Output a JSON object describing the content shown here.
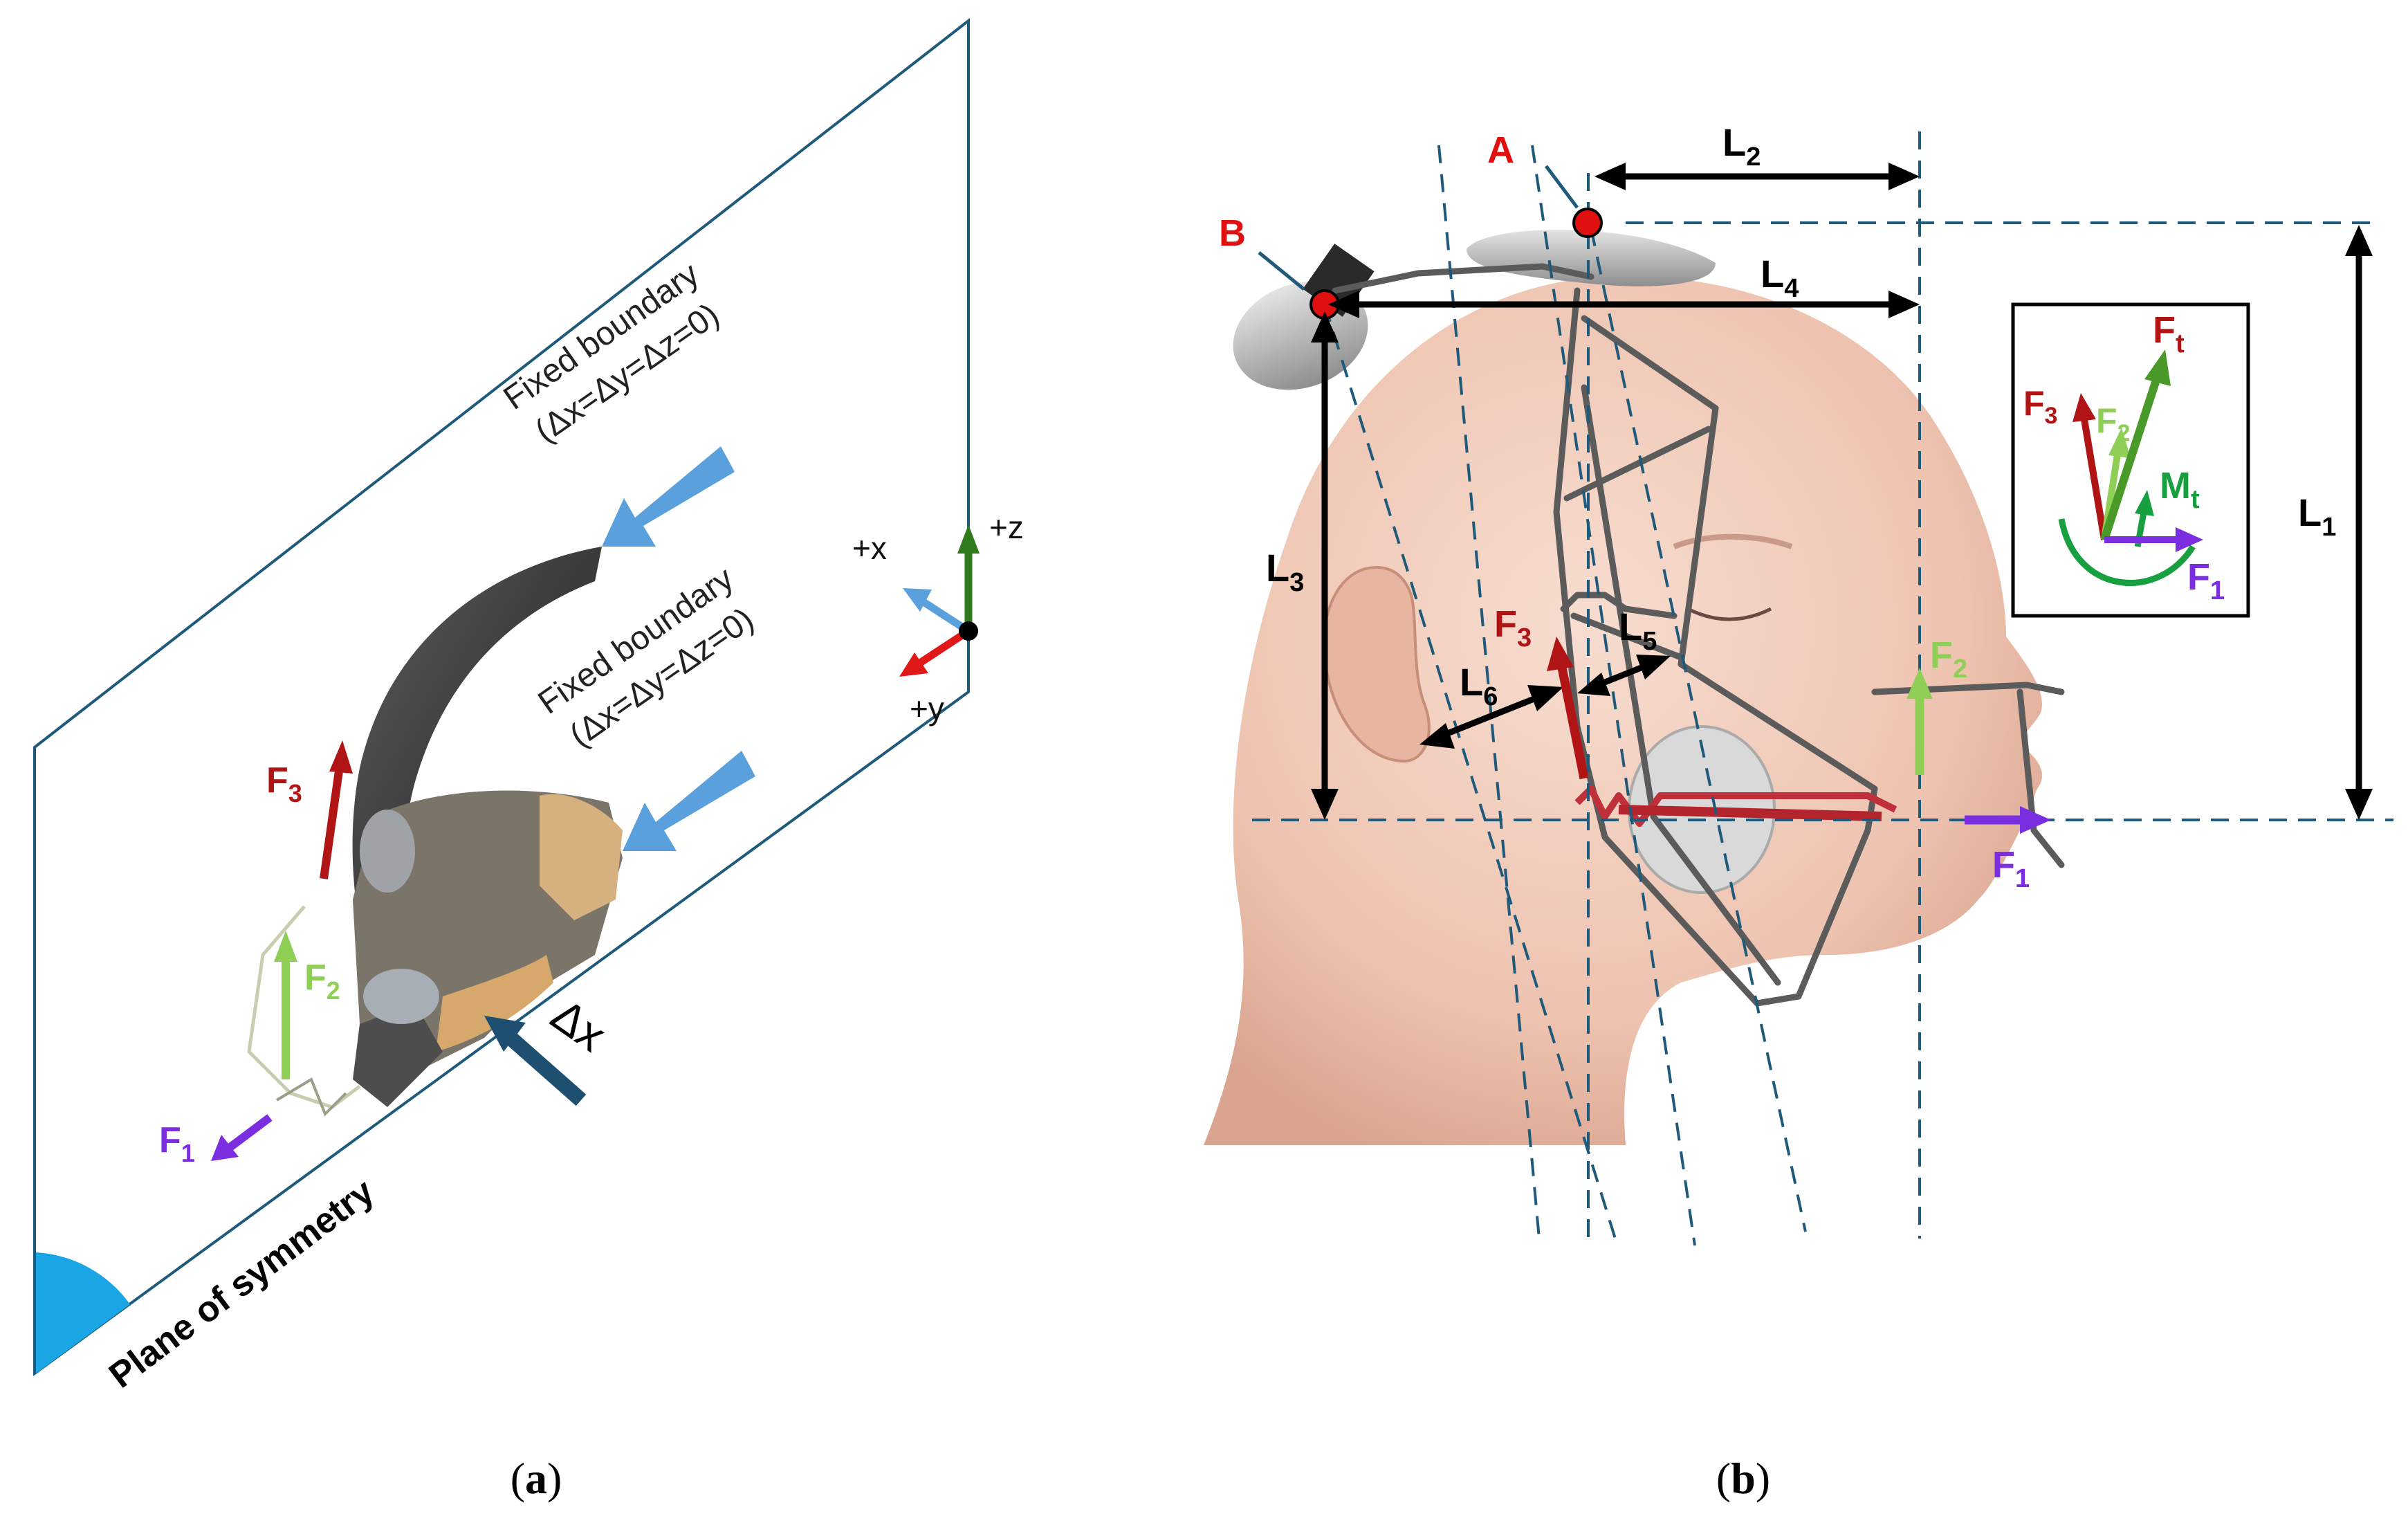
{
  "panel_a": {
    "caption_open": "(",
    "caption_letter": "a",
    "caption_close": ")",
    "fixed_boundary_upper": {
      "line1": "Fixed boundary",
      "line2": "(Δx=Δy=Δz=0)"
    },
    "fixed_boundary_lower": {
      "line1": "Fixed boundary",
      "line2": "(Δx=Δy=Δz=0)"
    },
    "plane_label": "Plane of symmetry",
    "axis_x": "+x",
    "axis_y": "+y",
    "axis_z": "+z",
    "displacement": "Δx",
    "force_labels": {
      "f3": "F",
      "f3_sub": "3",
      "f2": "F",
      "f2_sub": "2",
      "f1": "F",
      "f1_sub": "1"
    }
  },
  "panel_b": {
    "caption_open": "(",
    "caption_letter": "b",
    "caption_close": ")",
    "point_a": "A",
    "point_b": "B",
    "dims": {
      "l1": "L",
      "l1_sub": "1",
      "l2": "L",
      "l2_sub": "2",
      "l3": "L",
      "l3_sub": "3",
      "l4": "L",
      "l4_sub": "4",
      "l5": "L",
      "l5_sub": "5",
      "l6": "L",
      "l6_sub": "6"
    },
    "force_labels": {
      "f3": "F",
      "f3_sub": "3",
      "f2": "F",
      "f2_sub": "2",
      "f1": "F",
      "f1_sub": "1"
    },
    "inset": {
      "ft": "F",
      "ft_sub": "t",
      "f3": "F",
      "f3_sub": "3",
      "f2": "F",
      "f2_sub": "2",
      "mt": "M",
      "mt_sub": "t",
      "f1": "F",
      "f1_sub": "1"
    }
  },
  "colors": {
    "f1": "#7a2ee0",
    "f2": "#8fcf55",
    "f3": "#b01414",
    "ft": "#4a9a2a",
    "mt": "#18a040",
    "boundary_arrow": "#5aa0dc",
    "dx_arrow": "#1f4f70",
    "axis_x": "#5aa0dc",
    "axis_y": "#e01818",
    "axis_z": "#2f7a1a",
    "point": "#e01010"
  }
}
